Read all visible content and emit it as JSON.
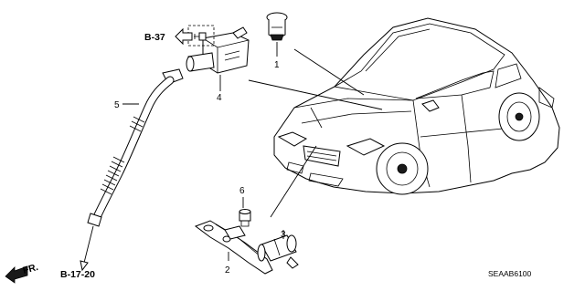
{
  "references": {
    "b37": "B-37",
    "b1720": "B-17-20",
    "fr": "FR."
  },
  "parts": [
    {
      "number": "1"
    },
    {
      "number": "2"
    },
    {
      "number": "3"
    },
    {
      "number": "4"
    },
    {
      "number": "5"
    },
    {
      "number": "6"
    }
  ],
  "diagram_code": "SEAAB6100"
}
